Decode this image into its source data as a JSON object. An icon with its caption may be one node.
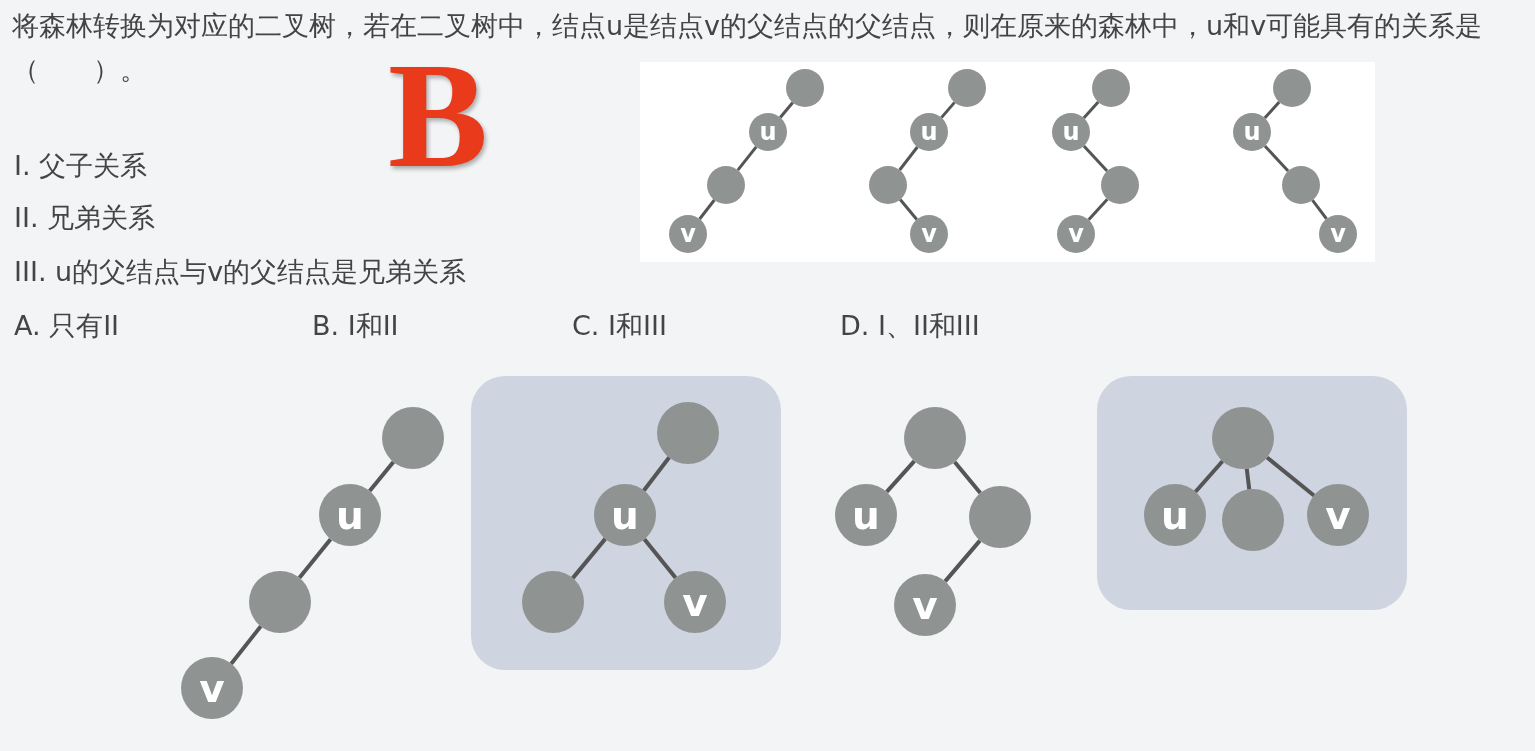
{
  "diagram": {
    "title": "将森林转换为对应的二叉树，若在二叉树中，结点u是结点v的父结点的父结点，则在原来的森林中，u和v可能具有的关系是（　　）。",
    "nodes": [
      {
        "text": [],
        "shape": "circle"
      },
      {
        "text": [
          "u"
        ]
      },
      {
        "text": [],
        "shape": "circle"
      },
      {
        "text": [
          "v"
        ]
      },
      {
        "text": [],
        "shape": "circle"
      },
      {
        "text": [
          "u"
        ]
      },
      {
        "text": [],
        "shape": "circle"
      },
      {
        "text": [
          "v"
        ]
      },
      {
        "text": [],
        "shape": "circle"
      },
      {
        "text": [
          "u"
        ]
      },
      {
        "text": [],
        "shape": "circle"
      },
      {
        "text": [
          "v"
        ]
      },
      {
        "text": [],
        "shape": "circle"
      },
      {
        "text": [
          "u"
        ]
      },
      {
        "text": [],
        "shape": "circle"
      },
      {
        "text": [
          "v"
        ]
      },
      {
        "text": [],
        "shape": "circle"
      },
      {
        "text": [
          "u"
        ]
      },
      {
        "text": [],
        "shape": "circle"
      },
      {
        "text": [
          "v"
        ]
      },
      {
        "text": [],
        "shape": "box"
      },
      {
        "text": [],
        "shape": "circle",
        "in": 20
      },
      {
        "text": [
          "u"
        ],
        "in": 20
      },
      {
        "text": [],
        "shape": "circle",
        "in": 20
      },
      {
        "text": [
          "v"
        ],
        "in": 20
      },
      {
        "text": [],
        "shape": "circle"
      },
      {
        "text": [
          "u"
        ]
      },
      {
        "text": [],
        "shape": "circle"
      },
      {
        "text": [
          "v"
        ]
      },
      {
        "text": [],
        "shape": "box"
      },
      {
        "text": [],
        "shape": "circle",
        "in": 29
      },
      {
        "text": [
          "u"
        ],
        "in": 29
      },
      {
        "text": [],
        "shape": "circle",
        "in": 29
      },
      {
        "text": [
          "v"
        ],
        "in": 29
      }
    ],
    "edges": [
      {
        "from": 0,
        "to": 1,
        "arrow": "none"
      },
      {
        "from": 1,
        "to": 2,
        "arrow": "none"
      },
      {
        "from": 2,
        "to": 3,
        "arrow": "none"
      },
      {
        "from": 4,
        "to": 5,
        "arrow": "none"
      },
      {
        "from": 5,
        "to": 6,
        "arrow": "none"
      },
      {
        "from": 6,
        "to": 7,
        "arrow": "none"
      },
      {
        "from": 8,
        "to": 9,
        "arrow": "none"
      },
      {
        "from": 9,
        "to": 10,
        "arrow": "none"
      },
      {
        "from": 10,
        "to": 11,
        "arrow": "none"
      },
      {
        "from": 12,
        "to": 13,
        "arrow": "none"
      },
      {
        "from": 13,
        "to": 14,
        "arrow": "none"
      },
      {
        "from": 14,
        "to": 15,
        "arrow": "none"
      },
      {
        "from": 16,
        "to": 17,
        "arrow": "none"
      },
      {
        "from": 17,
        "to": 18,
        "arrow": "none"
      },
      {
        "from": 18,
        "to": 19,
        "arrow": "none"
      },
      {
        "from": 21,
        "to": 22,
        "arrow": "none"
      },
      {
        "from": 22,
        "to": 23,
        "arrow": "none"
      },
      {
        "from": 22,
        "to": 24,
        "arrow": "none"
      },
      {
        "from": 25,
        "to": 26,
        "arrow": "none"
      },
      {
        "from": 25,
        "to": 27,
        "arrow": "none"
      },
      {
        "from": 27,
        "to": 28,
        "arrow": "none"
      },
      {
        "from": 30,
        "to": 31,
        "arrow": "none"
      },
      {
        "from": 30,
        "to": 32,
        "arrow": "none"
      },
      {
        "from": 30,
        "to": 33,
        "arrow": "none"
      }
    ],
    "labels": [
      "B",
      "I. 父子关系",
      "II. 兄弟关系",
      "III. u的父结点与v的父结点是兄弟关系",
      "A. 只有II",
      "B. I和II",
      "C. I和III",
      "D. I、II和III"
    ]
  }
}
